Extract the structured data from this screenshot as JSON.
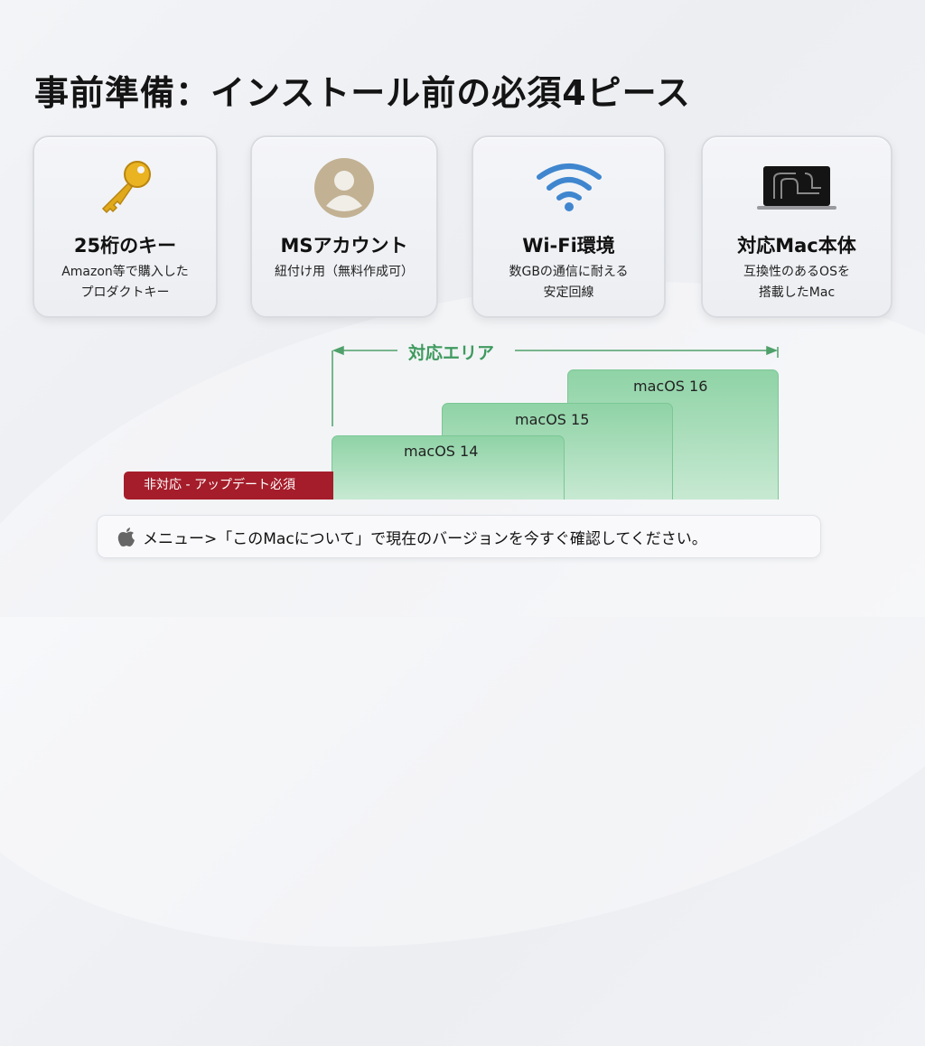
{
  "title": "事前準備：インストール前の必須4ピース",
  "cards": [
    {
      "icon": "key-icon",
      "title": "25桁のキー",
      "desc1": "Amazon等で購入した",
      "desc2": "プロダクトキー"
    },
    {
      "icon": "user-icon",
      "title": "MSアカウント",
      "desc1": "紐付け用（無料作成可）",
      "desc2": ""
    },
    {
      "icon": "wifi-icon",
      "title": "Wi-Fi環境",
      "desc1": "数GBの通信に耐える",
      "desc2": "安定回線"
    },
    {
      "icon": "macbook-icon",
      "title": "対応Mac本体",
      "desc1": "互換性のあるOSを",
      "desc2": "搭載したMac"
    }
  ],
  "compat": {
    "area_label": "対応エリア",
    "unsupported": "非対応 - アップデート必須",
    "versions": [
      "macOS 14",
      "macOS 15",
      "macOS 16"
    ],
    "colors": {
      "supported": "#8fd3a6",
      "unsupported": "#a51d2a",
      "accent": "#3f9a5f"
    }
  },
  "note": "メニュー>「このMacについて」で現在のバージョンを今すぐ確認してください。"
}
